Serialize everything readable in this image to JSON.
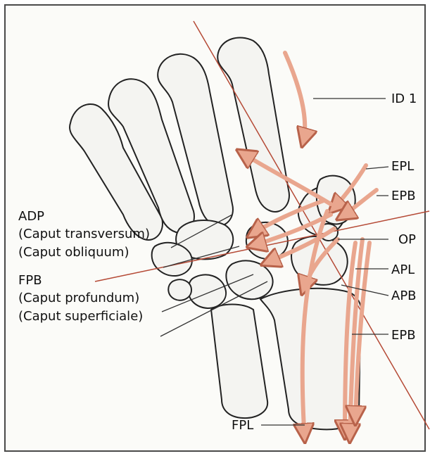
{
  "colors": {
    "muscle": "#e9a68e",
    "muscle_stroke": "#b8624a",
    "bone_fill": "#f4f4f1",
    "bone_stroke": "#222222",
    "leader": "#333333",
    "axis_line": "#b54a36"
  },
  "labels": {
    "id1": "ID 1",
    "epl": "EPL",
    "epb_top": "EPB",
    "op": "OP",
    "apl": "APL",
    "apb": "APB",
    "epb_bottom": "EPB",
    "adp": "ADP",
    "caput_transversum": "(Caput transversum)",
    "caput_obliquum": "(Caput obliquum)",
    "fpb": "FPB",
    "caput_profundum": "(Caput profundum)",
    "caput_superficiale": "(Caput superficiale)",
    "fpl": "FPL"
  }
}
